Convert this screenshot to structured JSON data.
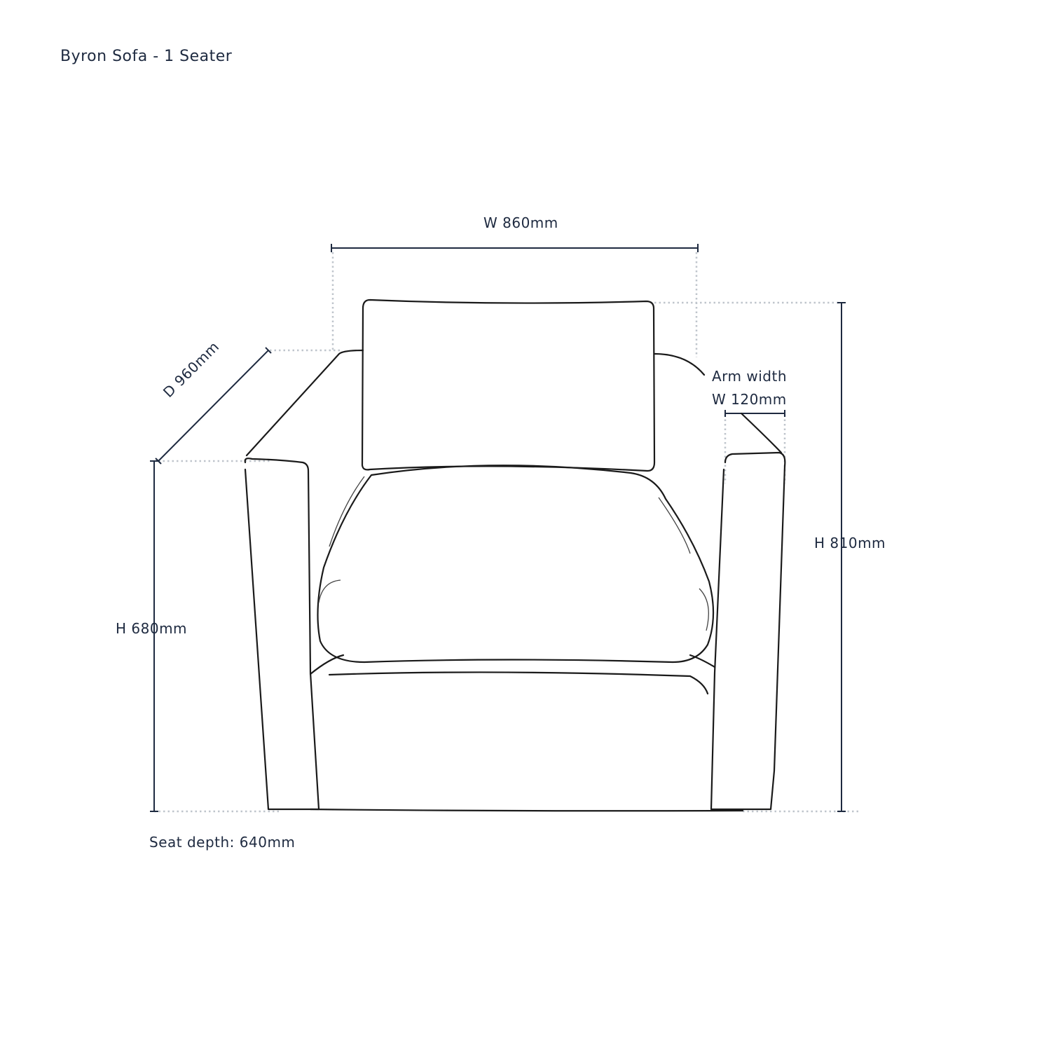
{
  "title": "Byron Sofa - 1 Seater",
  "dimensions": {
    "width": "W 860mm",
    "depth": "D 960mm",
    "arm_width_label": "Arm width",
    "arm_width": "W 120mm",
    "height_arm": "H 680mm",
    "height_total": "H 810mm",
    "seat_depth": "Seat depth: 640mm"
  }
}
